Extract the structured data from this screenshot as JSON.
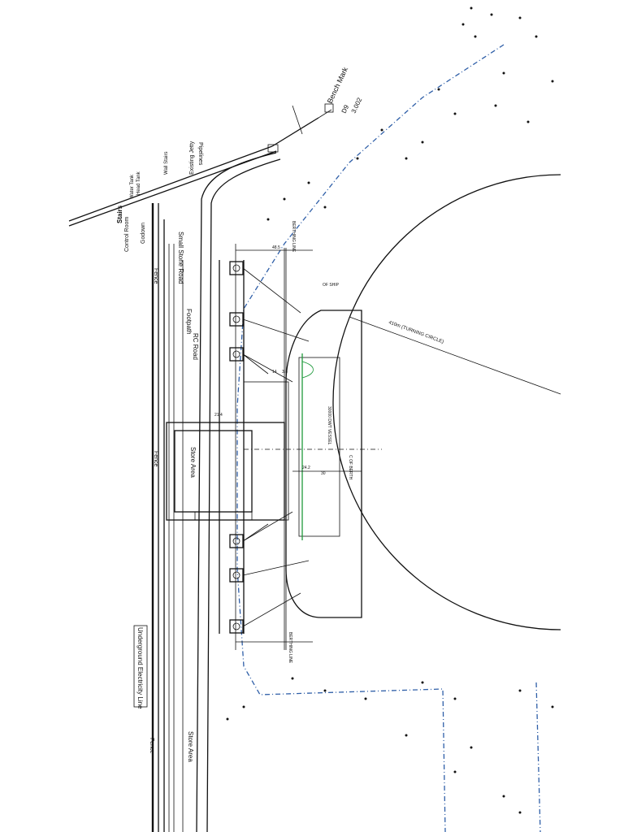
{
  "labels": {
    "bench_mark": "Bench Mark",
    "bench_code": "D9",
    "bench_level": "3.002",
    "existing_jetty": "Existing Jetty",
    "wall_stairs": "Wall Stairs",
    "head_tank": "Head Tank",
    "water_tank": "Water Tank",
    "stairs": "Stairs",
    "godown": "Godown",
    "control_room": "Control Room",
    "pipelines": "Pipelines",
    "small_stone_road": "Small Stone Road",
    "footpath": "Footpath",
    "rc_road": "RC Road",
    "store_area_top": "Store Area",
    "store_area_bottom": "Store Area",
    "fence_top": "Fence",
    "fence_mid": "Fence",
    "fence_bottom": "Fence",
    "underground_electricity": "Underground Electricity Line",
    "berthing_line_top": "BERTHING LINE",
    "berthing_line_bottom": "BERTHING LINE",
    "turning_circle": "410m (TURNING CIRCLE)",
    "dry_vessel": "30000 DWT VESSEL",
    "ship": "OF SHIP",
    "berth_center": "C OF BERTH",
    "dim_48": "48.5",
    "dim_21": "21.4",
    "dim_24": "24.2",
    "dim_30": "30",
    "dim_14": "14",
    "dim_38": "3.8"
  },
  "colors": {
    "line": "#111111",
    "channel": "#2f5fa8",
    "fender": "#1f9a3c"
  }
}
